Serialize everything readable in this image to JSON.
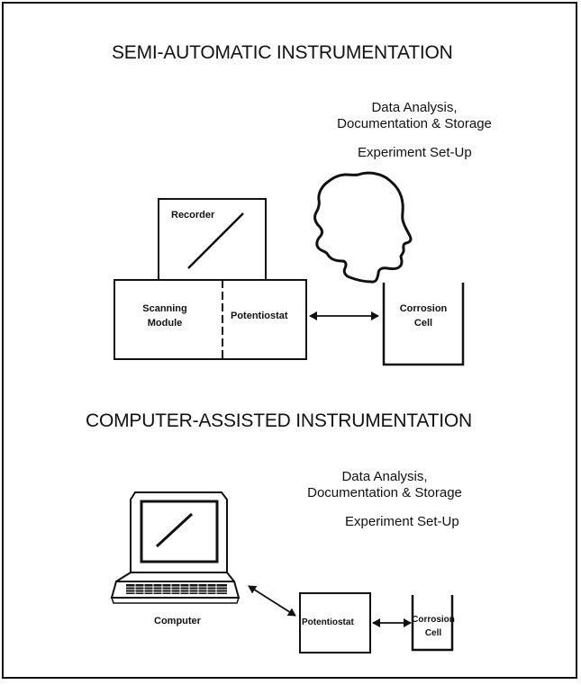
{
  "semi_automatic": {
    "title": "SEMI-AUTOMATIC INSTRUMENTATION",
    "data_analysis": "Data Analysis,",
    "documentation_storage": "Documentation & Storage",
    "experiment_setup": "Experiment Set-Up",
    "recorder": "Recorder",
    "scanning_line1": "Scanning",
    "scanning_line2": "Module",
    "potentiostat": "Potentiostat",
    "cell_line1": "Corrosion",
    "cell_line2": "Cell"
  },
  "computer_assisted": {
    "title": "COMPUTER-ASSISTED INSTRUMENTATION",
    "data_analysis": "Data Analysis,",
    "documentation_storage": "Documentation & Storage",
    "experiment_setup": "Experiment Set-Up",
    "computer": "Computer",
    "potentiostat": "Potentiostat",
    "cell_line1": "Corrosion",
    "cell_line2": "Cell"
  }
}
